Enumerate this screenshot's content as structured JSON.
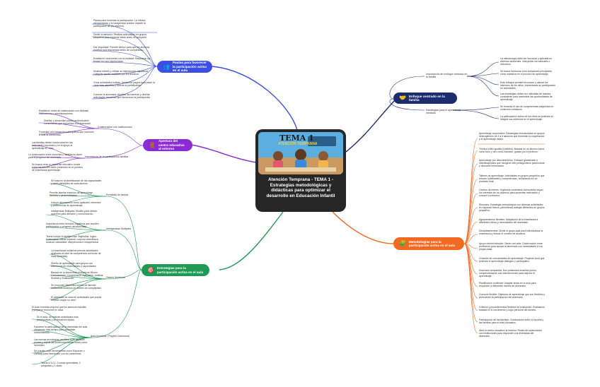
{
  "central": {
    "title": "Atención Temprana - TEMA 1 - Estrategias metodológicas y didácticas para optimizar el desarrollo en Educación Infantil",
    "thumb_title": "TEMA 1",
    "thumb_subtitle": "ATENCIÓN TEMPRANA"
  },
  "colors": {
    "central_bg": "#262626",
    "blue": "#3b4fe0",
    "purple": "#8a2bd6",
    "green": "#1f9a55",
    "orange": "#f26a22",
    "navy": "#1c2c6e"
  },
  "branches": {
    "pautas": {
      "label": "Pautas para favorecer la participación activa en el aula",
      "icon": "people-icon",
      "items": [
        "Pautas para fomentar la participación: La rúbrica, memorización y la inseguridad pueden impedir la participación de los alumnos.",
        "Dividir la atención: Realizar actividades en grupos pequeños para expresar ideas antes de compartir.",
        "Dar seguridad: Permitir tiempo para que los alumnos escriban sus respuestas antes de compartirlas.",
        "Establecer conexiones con la realidad: Relacionar los temas con sus experiencias.",
        "Mostrar interés y reflejar su intervención: Agradecer cualquier aporte realizado por los alumnos.",
        "Crear actividades lúdicas: Incorporar juegos para hacer la clase más atractiva y motivar la participación.",
        "Conocer al alumnado: Analizar las barreras y diseñar actividades inclusivas que favorezcan la participación."
      ]
    },
    "apertura": {
      "label": "Apertura del centro educativo al entorno",
      "icon": "open-door-icon",
      "groups": [
        {
          "title": "Colaboración con instituciones",
          "items": [
            "Establecer redes de colaboración con distintas instituciones y administraciones.",
            "Diseñar y desarrollar planes audiovisuales comunitarios que respondan a la diversidad.",
            "Fomentar una educación participativa que involucre a toda la comunidad."
          ]
        },
        {
          "title": "Importancia de la participación familiar",
          "items": [
            "Las familias deben involucrarse en las actividades escolares y en el apoyo al aprendizaje en casa.",
            "La colaboración entre docentes y familias es clave para el progreso del alumnado.",
            "Se busca crear un ambiente educativo donde todos los actores estén presentes en el proceso de enseñanza-aprendizaje."
          ]
        }
      ]
    },
    "estrategias": {
      "label": "Estrategias para la participación activa en el aula",
      "icon": "target-icon",
      "groups": [
        {
          "title": "Portafolio de tareas",
          "items": [
            "Se basa en la identificación de las capacidades y particularidades de cada alumno.",
            "Permite diseñar entornos de aprendizaje flexibles y personalizados.",
            "Incluye dimensiones como aptitudes, intereses y preferencias de aprendizaje."
          ]
        },
        {
          "title": "Inteligencias Múltiples",
          "items": [
            "Inteligencias Múltiples: Modelo para ofrecer opciones para atención y comunicación.",
            "Importancia entre tiempos cognitivos que impiden participación y progreso del alumnado.",
            "Teoría incluye 8 inteligencias: lingüística, lógico-matemática, visual-espacial, corporal-cinestésica, musical, naturalista, interpersonal e intrapersonal."
          ]
        },
        {
          "title": "Diseño Multinivel",
          "items": [
            "La enseñanza multinivel permite actividades ajustadas al nivel de competencia curricular de cada alumnado.",
            "Diseño de aprendizaje para grupos con diferencias en necesidades y capacidades.",
            "Basado en la taxonomía revisada de Bloom: Conocimiento, Comprensión, Aplicación, Análisis, Síntesis y Evaluación.",
            "Se proponen diferentes formas de atender contenidos divididos en niveles de complejidad.",
            "El alumnado se sitúa en actividades que pueda resolver según su nivel."
          ]
        },
        {
          "title": "Aula Invertida / Flipped Classroom",
          "items": [
            "El Aula Invertida propone que los alumnos estudien y preparen lecciones en casa.",
            "En el aula, se realizan actividades más participativas y se resuelven dudas.",
            "Favorece la participación de la diversidad del aula ofreciendo más tiempo para consolidar conocimientos.",
            "Las nuevas tecnologías permiten a los alumnos pausar y repetir las contenidos tantas veces como necesiten.",
            "Se pueden usar herramientas como Edpuzzle o Genially para interacción con los contenidos.",
            "Teoría a 3,2,1: 3 cosas aprendidas, 2 preguntas y 1 duda."
          ]
        }
      ]
    },
    "enfoque": {
      "label": "Enfoque centrado en la familia",
      "icon": "handshake-icon",
      "groups": [
        {
          "title": "Importancia del enfoque centrado en la familia",
          "items": [
            "La metodología debe ser funcional y aplicada en diversos ambientes, incluyendo los naturales o inclusivos.",
            "Se busca involucrar a los cuidadores principales, como maestros en el proceso de aprendizaje.",
            "Este enfoque permite reconocer y valorar los intereses de los niños, aumentando su participación en actividades.",
            "Las estrategias deben ser utilizadas de manera consistente para maximizar las oportunidades de aprendizaje."
          ]
        },
        {
          "title": "Estrategias para el aprendizaje mediado",
          "items": [
            "Se fomenta el uso de competencias adquiridas en contextos cotidianos.",
            "La participación activa de los niños se potencia al integrar sus intereses en el aprendizaje."
          ]
        }
      ]
    },
    "metodologias": {
      "label": "Metodologías para la participación activa en el aula",
      "icon": "puzzle-icon",
      "items": [
        "Aprendizaje cooperativo: Estrategias estructuradas en grupos heterogéneos de 4 a 6 alumnos que fomentan la cooperación y el aprendizaje mutuo.",
        "Técnica entre iguales (Hobbies): Basada en un alumno actúa como tutor y otro como tutorado, guiado por el profesor.",
        "Aprendizaje por descubrimiento: Enfoque globalizado e interdisciplinario que otorga al niño protagonismo para buscar y descubrir información.",
        "Talleres de aprendizaje: Actividades en grupos pequeños que educan habilidades y competencias, culminando en un producto final.",
        "Centros de interés: Organizar contenidos curriculares según los intereses de los alumnos para aumentar motivación y conocer su entorno.",
        "Rincones: Estrategia metodológica con diversas actividades en espacios físicos, permitiendo trabajar diferentes en grupos pequeños.",
        "Agrupamientos flexibles: Adaptación de la enseñanza a diferentes ritmos y necesidades del alumnado.",
        "Desdoblamientos: Dividir el grupo-aula para individualizar la enseñanza y reducir el número de alumnos.",
        "Apoyo dentro/inclusión: Dentro del aula: Colaboración entre profesores para apoyar al alumnado con necesidades en su propia clase.",
        "Creación de comunidades de aprendizaje: Proyecto local que potencia el aprendizaje dialógico y participativo.",
        "Docencia compartida: Dos profesores enseñan juntos, complementando sus intervenciones para mejorar el aprendizaje.",
        "Planificación multinivel: Adaptar áreas en el aula para responder a diferentes niveles de alumnado.",
        "Curriculo flexible: Objetivos de aprendizaje que son flexibles y promueven la participación del alumnado.",
        "Criterios y procedimientos flexibles de evaluación: Evaluación basada en el crecimiento y logro personal del alumno.",
        "Participación de las familias: Colaboración entre la escuela y las familias para el éxito educativo.",
        "Abrir el centro educativo al entorno: Redes de colaboración con instituciones para responder a la diversidad del alumnado."
      ]
    }
  }
}
